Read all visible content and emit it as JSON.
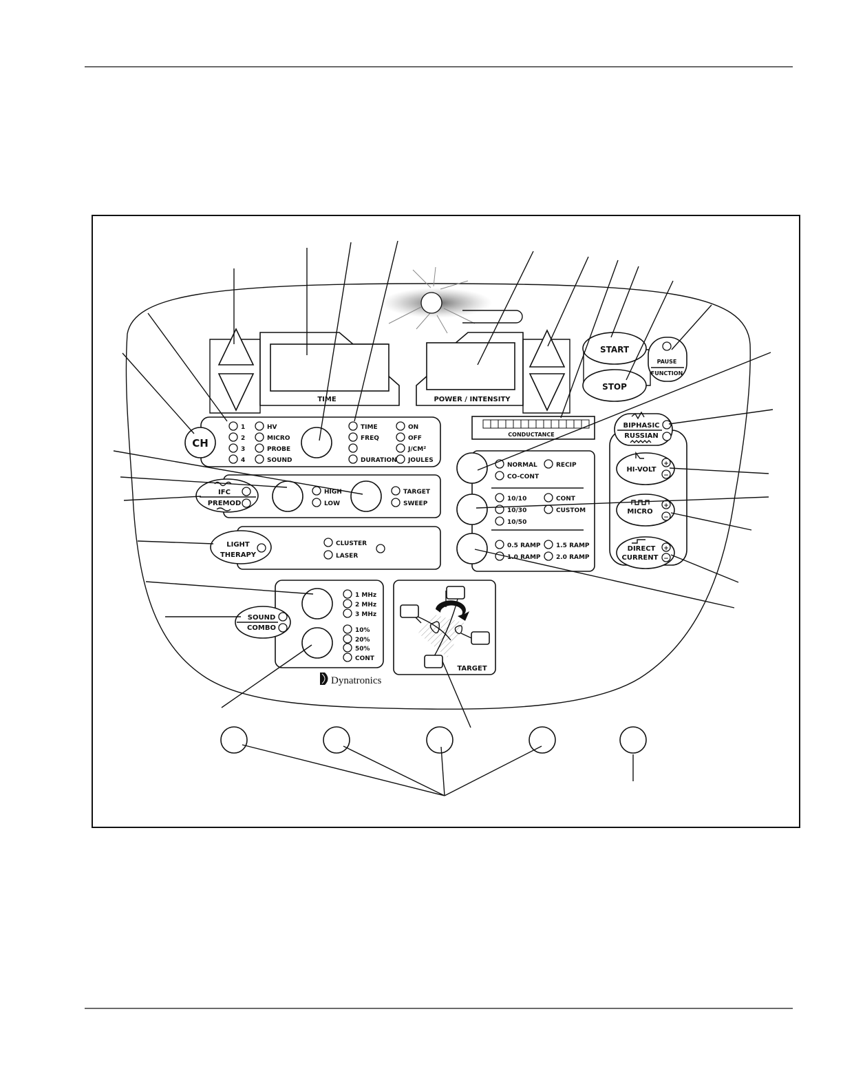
{
  "display": {
    "time_label": "TIME",
    "power_label": "POWER / INTENSITY",
    "conductance_label": "CONDUCTANCE"
  },
  "buttons": {
    "start": "START",
    "stop": "STOP",
    "pause_line1": "PAUSE",
    "pause_line2": "FUNCTION",
    "ch": "CH",
    "biphasic": "BIPHASIC",
    "russian": "RUSSIAN",
    "hivolt": "HI-VOLT",
    "micro": "MICRO",
    "direct_line1": "DIRECT",
    "direct_line2": "CURRENT",
    "plus": "+",
    "minus": "−",
    "ifc": "IFC",
    "premod": "PREMOD",
    "light_line1": "LIGHT",
    "light_line2": "THERAPY",
    "sound": "SOUND",
    "combo": "COMBO"
  },
  "channel_leds": [
    "1",
    "2",
    "3",
    "4"
  ],
  "mode_leds": [
    "HV",
    "MICRO",
    "PROBE",
    "SOUND"
  ],
  "param_leds": [
    "TIME",
    "FREQ",
    "",
    "DURATION"
  ],
  "state_leds": [
    "ON",
    "OFF",
    "J/CM²",
    "JOULES"
  ],
  "ifc_leds": [
    "HIGH",
    "LOW"
  ],
  "target_leds": [
    "TARGET",
    "SWEEP"
  ],
  "light_leds": [
    "CLUSTER",
    "LASER"
  ],
  "vector_leds": [
    "NORMAL",
    "RECIP",
    "CO-CONT"
  ],
  "cycle_leds": [
    "10/10",
    "CONT",
    "10/30",
    "CUSTOM",
    "10/50"
  ],
  "ramp_leds": [
    "0.5 RAMP",
    "1.5 RAMP",
    "1.0 RAMP",
    "2.0 RAMP"
  ],
  "freq_leds": [
    "1 MHz",
    "2 MHz",
    "3 MHz"
  ],
  "duty_leds": [
    "10%",
    "20%",
    "50%",
    "CONT"
  ],
  "target_panel_label": "TARGET",
  "brand": "Dynatronics"
}
